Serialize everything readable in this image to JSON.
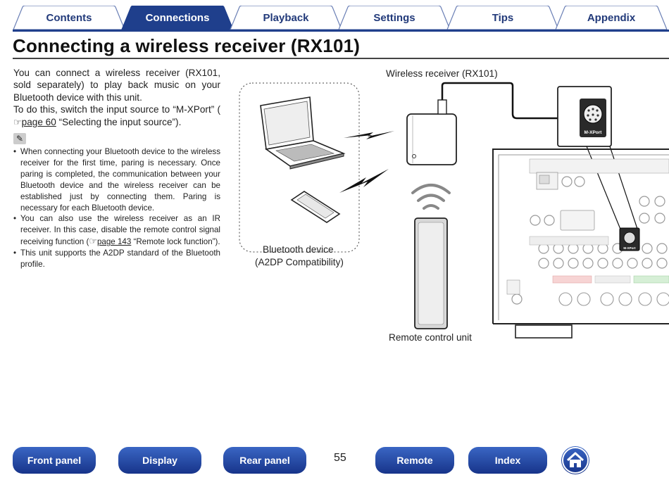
{
  "tabs": [
    {
      "label": "Contents",
      "active": false
    },
    {
      "label": "Connections",
      "active": true
    },
    {
      "label": "Playback",
      "active": false
    },
    {
      "label": "Settings",
      "active": false
    },
    {
      "label": "Tips",
      "active": false
    },
    {
      "label": "Appendix",
      "active": false
    }
  ],
  "title": "Connecting a wireless receiver (RX101)",
  "intro": {
    "p1": "You can connect a wireless receiver (RX101, sold separately) to play back music on your Bluetooth device with this unit.",
    "p2_pre": "To do this, switch the input source to “M-XPort” (",
    "p2_link": "page 60",
    "p2_post": " “Selecting the input source”)."
  },
  "notes": {
    "b1": "When connecting your Bluetooth device to the wireless receiver for the first time, paring is necessary. Once paring is completed, the communication between your Bluetooth device and the wireless receiver can be established just by connecting them. Paring is necessary for each Bluetooth device.",
    "b2_pre": "You can also use the wireless receiver as an IR receiver. In this case, disable the remote control signal receiving function (",
    "b2_link": "page 143",
    "b2_post": " “Remote lock function”).",
    "b3": "This unit supports the A2DP standard of the Bluetooth profile."
  },
  "diagram": {
    "wireless_receiver": "Wireless receiver (RX101)",
    "bt_device_line1": "Bluetooth device",
    "bt_device_line2": "(A2DP Compatibility)",
    "remote": "Remote control unit",
    "mxport": "M-XPort",
    "mxport_small": "M-XPort"
  },
  "footer": {
    "front_panel": "Front panel",
    "display": "Display",
    "rear_panel": "Rear panel",
    "page": "55",
    "remote": "Remote",
    "index": "Index"
  },
  "colors": {
    "accent": "#1f3f8c",
    "tab_active": "#1f3f8c"
  },
  "icons": {
    "note": "pencil-icon",
    "ref": "pointing-hand-icon",
    "home": "home-icon"
  }
}
